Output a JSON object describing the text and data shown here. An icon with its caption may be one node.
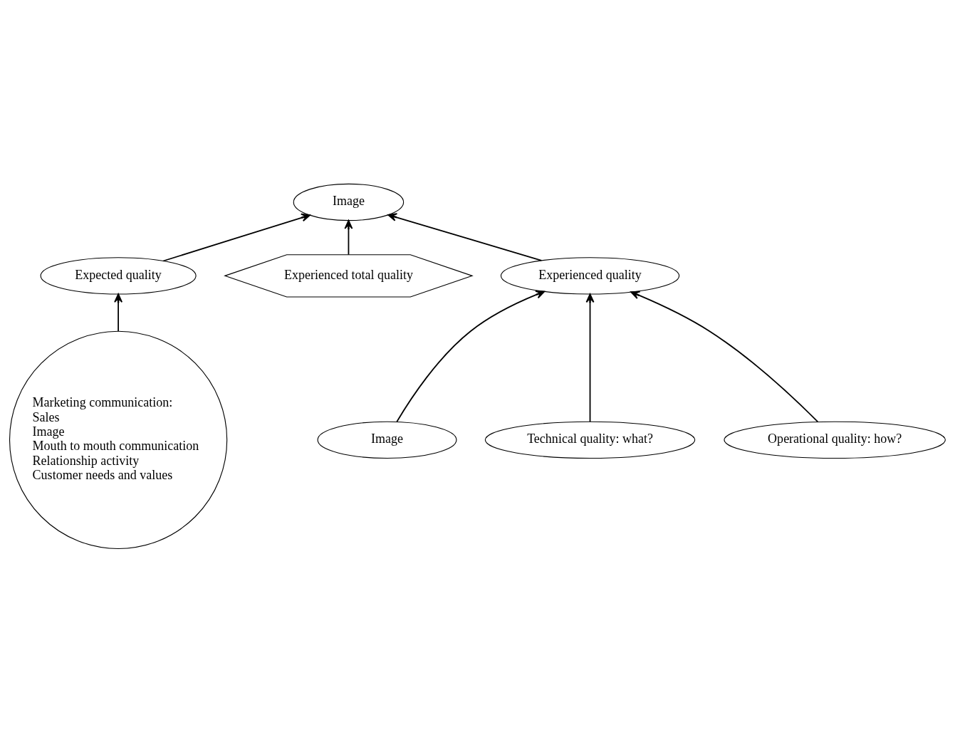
{
  "diagram": {
    "nodes": [
      {
        "text": [
          "Image"
        ]
      },
      {
        "text": [
          "Expected quality"
        ]
      },
      {
        "text": [
          "Experienced total quality"
        ]
      },
      {
        "text": [
          "Experienced quality"
        ]
      },
      {
        "text": [
          "Marketing communication:",
          "Sales",
          "Image",
          "Mouth to mouth communication",
          "Relationship activity",
          "Customer needs and values"
        ]
      },
      {
        "text": [
          "Image"
        ]
      },
      {
        "text": [
          "Technical quality: what?"
        ]
      },
      {
        "text": [
          "Operational quality: how?"
        ]
      }
    ],
    "edges": [
      {
        "from": 1,
        "to": 0,
        "arrow": "to"
      },
      {
        "from": 2,
        "to": 0,
        "arrow": "to"
      },
      {
        "from": 3,
        "to": 0,
        "arrow": "to"
      },
      {
        "from": 4,
        "to": 1,
        "arrow": "to"
      },
      {
        "from": 6,
        "to": 3,
        "arrow": "to"
      },
      {
        "from": 5,
        "to": 3,
        "arrow": "to"
      },
      {
        "from": 7,
        "to": 3,
        "arrow": "to"
      }
    ]
  }
}
